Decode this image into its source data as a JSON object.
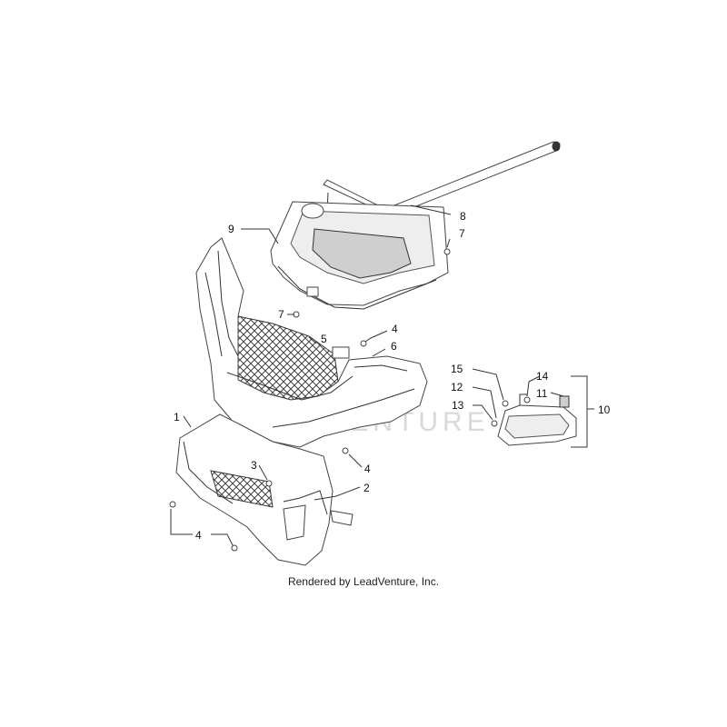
{
  "watermark": "LEADVENTURE",
  "credit": "Rendered by LeadVenture, Inc.",
  "callouts": [
    {
      "id": "c1",
      "label": "1"
    },
    {
      "id": "c2",
      "label": "2"
    },
    {
      "id": "c3",
      "label": "3"
    },
    {
      "id": "c4a",
      "label": "4"
    },
    {
      "id": "c4b",
      "label": "4"
    },
    {
      "id": "c4c",
      "label": "4"
    },
    {
      "id": "c5",
      "label": "5"
    },
    {
      "id": "c6",
      "label": "6"
    },
    {
      "id": "c7a",
      "label": "7"
    },
    {
      "id": "c7b",
      "label": "7"
    },
    {
      "id": "c8",
      "label": "8"
    },
    {
      "id": "c9",
      "label": "9"
    },
    {
      "id": "c10",
      "label": "10"
    },
    {
      "id": "c11",
      "label": "11"
    },
    {
      "id": "c12",
      "label": "12"
    },
    {
      "id": "c13",
      "label": "13"
    },
    {
      "id": "c14",
      "label": "14"
    },
    {
      "id": "c15",
      "label": "15"
    }
  ]
}
